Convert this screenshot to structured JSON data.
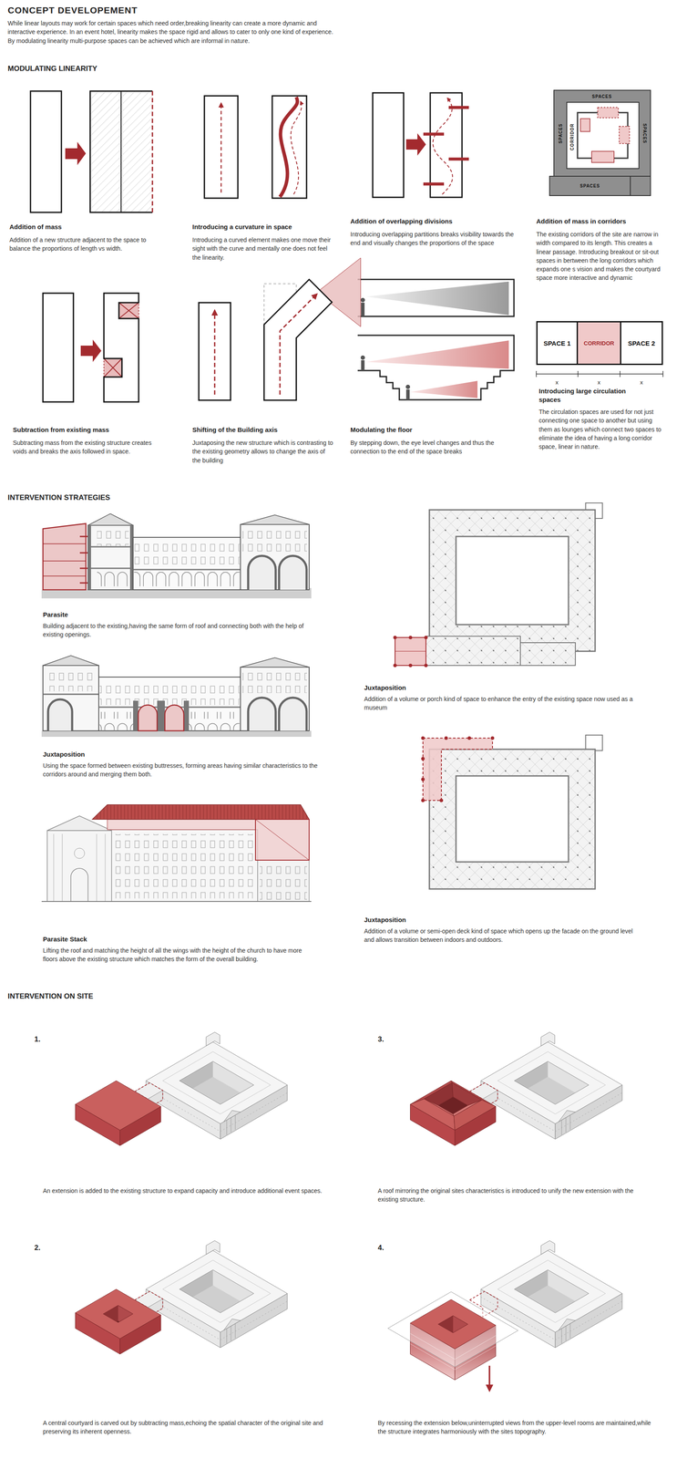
{
  "diagram": {
    "title": "CONCEPT DEVELOPEMENT",
    "nodes": [
      {
        "text": [
          "SPACE 1"
        ]
      },
      {
        "text": [
          "CORRIDOR"
        ]
      },
      {
        "text": [
          "SPACE 2"
        ]
      }
    ],
    "labels": [
      "While linear layouts may work for certain spaces which need order,breaking linearity can create a more dynamic and interactive experience. In an event hotel, linearity makes the space rigid and allows to cater to only one kind of experience. By modulating linearity multi-purpose spaces can be achieved which are informal in nature.",
      "MODULATING LINEARITY",
      "Addition of mass",
      "Addition of a new structure adjacent to the space to balance the proportions of length vs width.",
      "Introducing a curvature in space",
      "Introducing a curved element makes one move their sight with the curve and mentally one does not feel the linearity.",
      "Addition of overlapping divisions",
      "Introducing overlapping partitions breaks visibility towards the end and visually changes the proportions of the space",
      "SPACES",
      "SPACES",
      "CORRIDOR",
      "SPACES",
      "SPACES",
      "Addition of mass in corridors",
      "The existing corridors of the site are narrow in width compared to its length. This creates a linear passage. Introducing breakout or sit-out spaces in bertween the long corridors which expands one s vision and makes the courtyard space more interactive and dynamic",
      "Subtraction from existing mass",
      "Subtracting mass from the existing structure creates voids and breaks the axis followed in space.",
      "Shifting of the Building axis",
      "Juxtaposing the new structure which is contrasting to the existing geometry allows to change the axis of the building",
      "Modulating the floor",
      "By stepping down, the eye level changes and thus the connection to the end of the space breaks",
      "x",
      "x",
      "x",
      "Introducing large circulation spaces",
      "The circulation spaces are used for not just connecting one space to another but using them as lounges which connect two spaces to eliminate the idea of having a long corridor space, linear in nature.",
      "INTERVENTION STRATEGIES",
      "Parasite",
      "Building adjacent to the existing,having the same form of roof and connecting both with the help of existing openings.",
      "Juxtaposition",
      "Addition of a volume or porch kind of space to enhance the entry of the existing space now used as a museum",
      "Juxtaposition",
      "Using the space formed between existing buttresses, forming areas having similar characteristics to the corridors around and merging them both.",
      "Parasite Stack",
      "Lifting the roof and matching the height of all the wings with the height of the church to have more floors above the existing structure which matches the form of the overall building.",
      "Juxtaposition",
      "Addition of a volume or semi-open deck kind of space which opens up the facade on the ground level and allows transition between indoors and outdoors.",
      "INTERVENTION ON SITE",
      "1.",
      "An extension is added to the existing structure to expand capacity and introduce additional event spaces.",
      "3.",
      "A roof mirroring the original sites characteristics is introduced to unify the new extension with the existing structure.",
      "2.",
      "A central courtyard is carved out by subtracting mass,echoing the spatial character of the original site and preserving its inherent openness.",
      "4.",
      "By recessing the extension below,uninterrupted views from the upper-level rooms are maintained,while the structure integrates harmoniously with the sites topography."
    ]
  }
}
